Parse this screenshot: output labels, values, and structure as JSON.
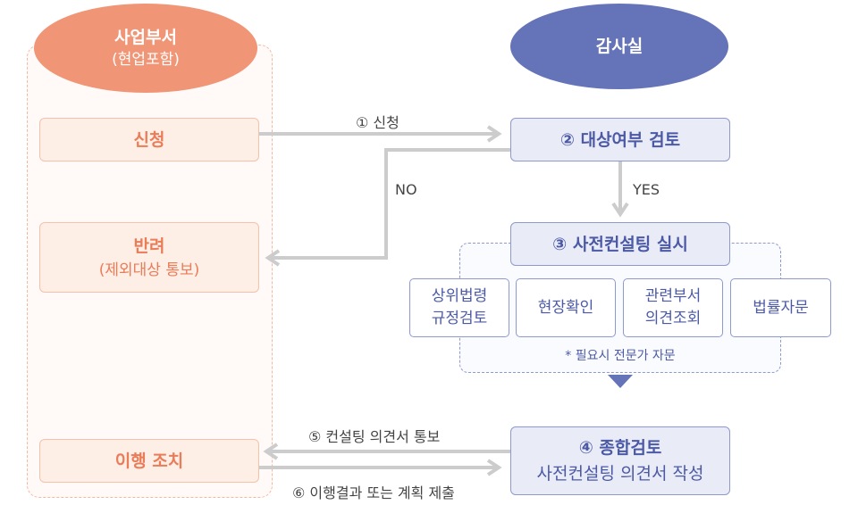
{
  "left_column": {
    "header_title": "사업부서",
    "header_sub": "(현업포함)",
    "apply": "신청",
    "reject_title": "반려",
    "reject_sub": "(제외대상 통보)",
    "action": "이행 조치"
  },
  "right_column": {
    "header_title": "감사실",
    "review": "② 대상여부 검토",
    "consulting": "③ 사전컨설팅 실시",
    "subtasks": [
      "상위법령\n규정검토",
      "현장확인",
      "관련부서\n의견조회",
      "법률자문"
    ],
    "note": "* 필요시 전문가 자문",
    "final_title": "④ 종합검토",
    "final_sub": "사전컨설팅 의견서 작성"
  },
  "flows": {
    "apply": "① 신청",
    "no": "NO",
    "yes": "YES",
    "notify": "⑤ 컨설팅 의견서 통보",
    "submit": "⑥ 이행결과 또는 계획 제출"
  },
  "colors": {
    "left_accent": "#f09576",
    "left_text": "#ea7c58",
    "right_accent": "#6574b8",
    "right_text": "#4c5aa6",
    "arrow": "#cccccc"
  }
}
